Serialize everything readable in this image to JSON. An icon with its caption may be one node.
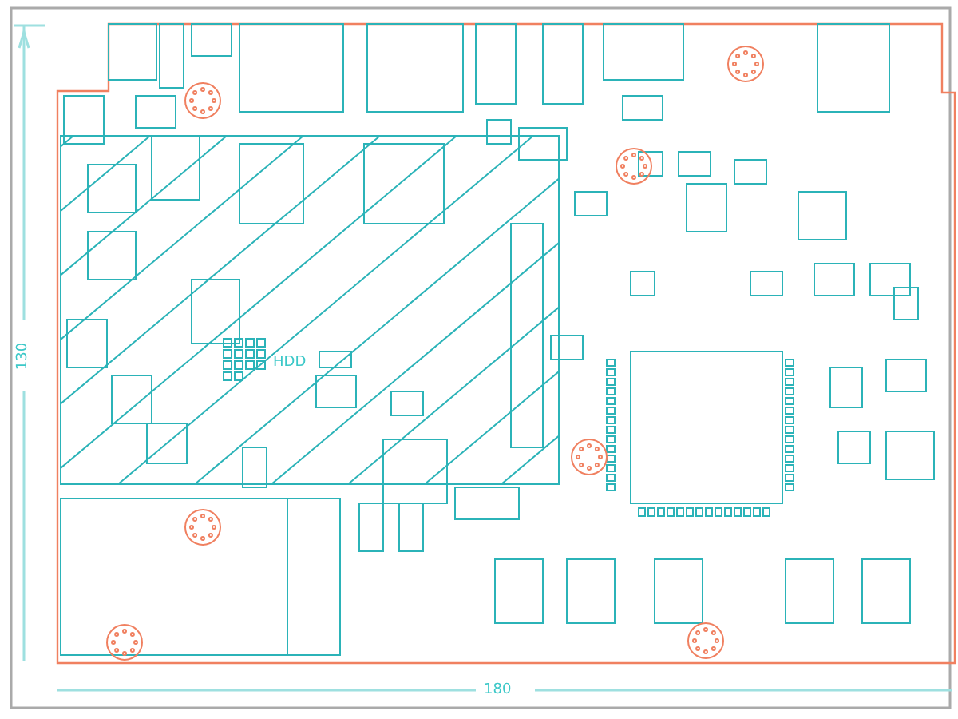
{
  "diagram": {
    "labels": [
      "HDD",
      "130",
      "180"
    ]
  }
}
